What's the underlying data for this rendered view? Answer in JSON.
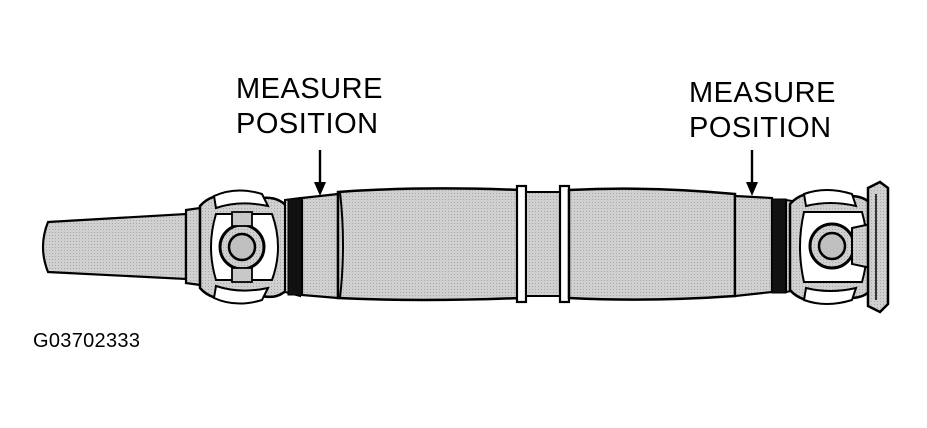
{
  "labels": {
    "left": {
      "line1": "MEASURE",
      "line2": "POSITION"
    },
    "right": {
      "line1": "MEASURE",
      "line2": "POSITION"
    }
  },
  "figure_code": "G03702333",
  "parts": [
    "yoke-icon",
    "universal-joint-icon",
    "drive-shaft-tube-icon",
    "flange-icon"
  ],
  "colors": {
    "ink": "#000000",
    "fill": "#c8c8c8",
    "band": "#111111",
    "paper": "#ffffff"
  }
}
